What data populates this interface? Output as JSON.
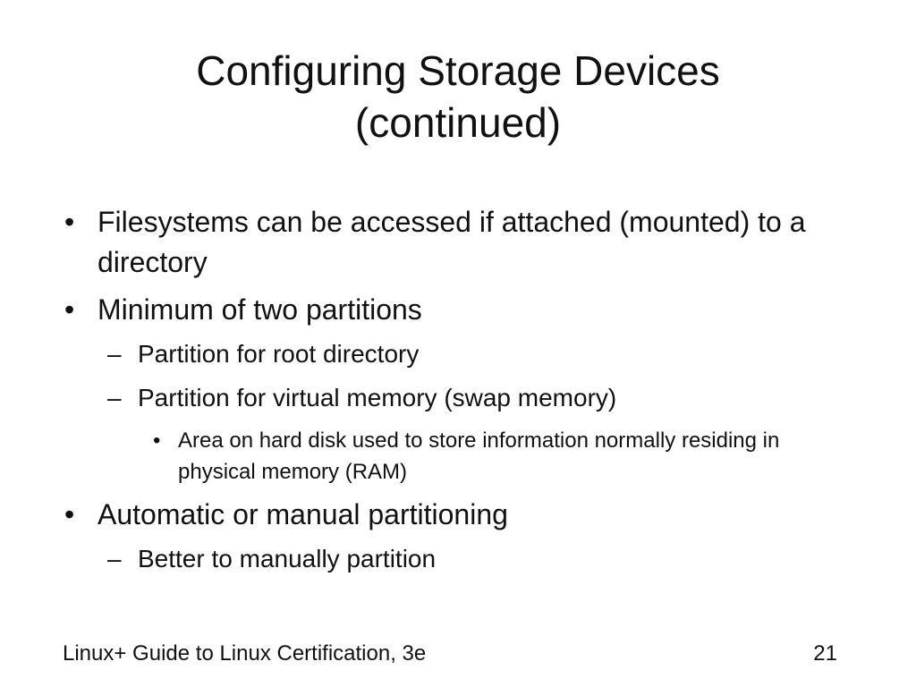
{
  "slide": {
    "title_line1": "Configuring Storage Devices",
    "title_line2": "(continued)",
    "bullets": [
      "Filesystems can be accessed if attached (mounted) to a directory",
      "Minimum of two partitions",
      "Partition for root directory",
      "Partition for virtual memory (swap memory)",
      "Area on hard disk used to store information normally residing in physical memory (RAM)",
      "Automatic or manual partitioning",
      "Better to manually partition"
    ],
    "markers": {
      "level1": "•",
      "level2": "–",
      "level3": "•"
    },
    "footer_left": "Linux+ Guide to Linux Certification, 3e",
    "page_number": "21"
  }
}
